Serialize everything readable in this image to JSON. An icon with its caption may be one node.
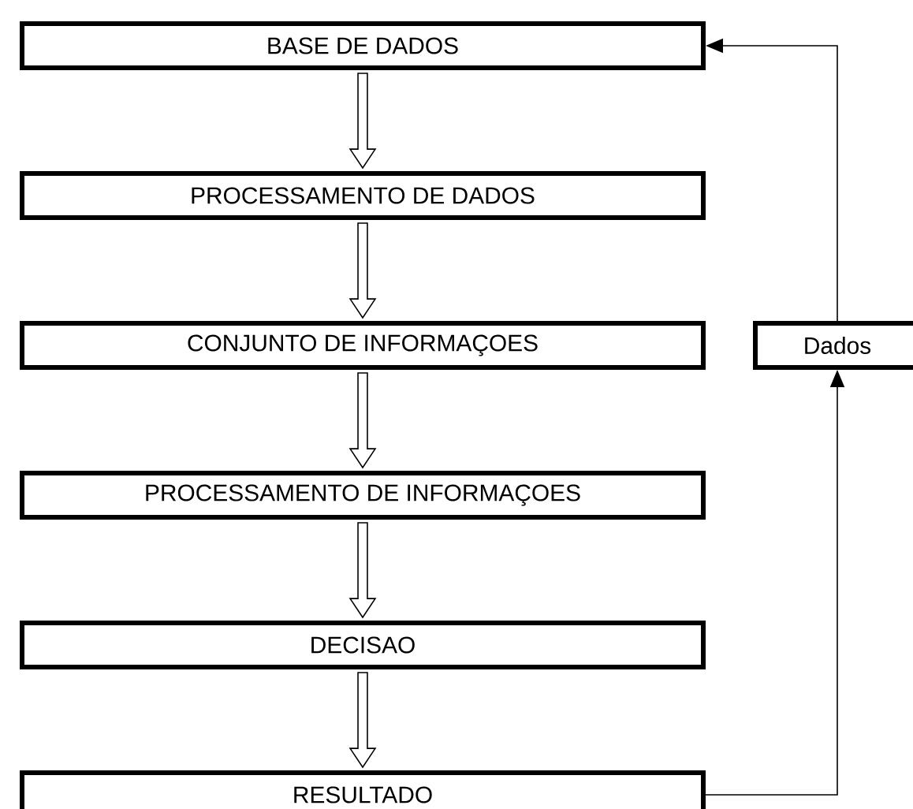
{
  "diagram": {
    "nodes": [
      {
        "text": [
          "BASE DE DADOS"
        ]
      },
      {
        "text": [
          "PROCESSAMENTO DE DADOS"
        ]
      },
      {
        "text": [
          "CONJUNTO DE INFORMAÇOES"
        ]
      },
      {
        "text": [
          "PROCESSAMENTO DE INFORMAÇOES"
        ]
      },
      {
        "text": [
          "DECISAO"
        ]
      },
      {
        "text": [
          "RESULTADO"
        ]
      },
      {
        "text": [
          "Dados"
        ]
      }
    ],
    "edges": [
      {
        "from": 0,
        "to": 1,
        "arrow": "to"
      },
      {
        "from": 1,
        "to": 2,
        "arrow": "to"
      },
      {
        "from": 2,
        "to": 3,
        "arrow": "to"
      },
      {
        "from": 3,
        "to": 4,
        "arrow": "to"
      },
      {
        "from": 4,
        "to": 5,
        "arrow": "to"
      },
      {
        "from": 5,
        "to": 6,
        "arrow": "to"
      },
      {
        "from": 6,
        "to": 0,
        "arrow": "to"
      }
    ]
  }
}
